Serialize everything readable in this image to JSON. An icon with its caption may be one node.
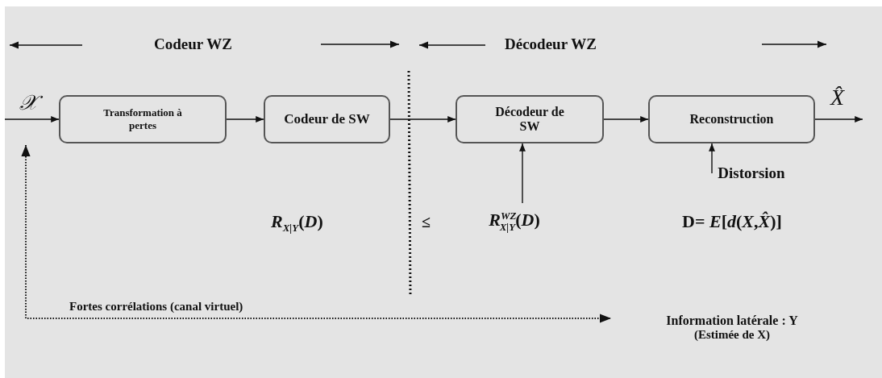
{
  "diagram": {
    "nodes": [
      {
        "text": [
          "Transformation à pertes"
        ]
      },
      {
        "text": [
          "Codeur de SW"
        ]
      },
      {
        "text": [
          "Décodeur de SW"
        ]
      },
      {
        "text": [
          "Reconstruction"
        ]
      },
      {
        "text": [
          "Distorsion"
        ]
      },
      {
        "text": [
          "Information latérale : Y",
          "(Estimée de X)"
        ]
      },
      {
        "text": [
          "*R*$^{WZ}$$_{X|Y}$(*D*)"
        ]
      }
    ],
    "edges": [
      {
        "from": null,
        "to": 0,
        "arrow": "to",
        "label": "𝒳"
      },
      {
        "from": 0,
        "to": 1,
        "arrow": "to"
      },
      {
        "from": 1,
        "to": 2,
        "arrow": "to"
      },
      {
        "from": 2,
        "to": 3,
        "arrow": "to"
      },
      {
        "from": 3,
        "to": null,
        "arrow": "to",
        "label": "X̂"
      },
      {
        "from": 4,
        "to": 3,
        "arrow": "to"
      },
      {
        "from": 6,
        "to": 2,
        "arrow": "to"
      },
      {
        "from": null,
        "to": 5,
        "arrow": "both",
        "style": "dashed",
        "label": "Fortes corrélations (canal  virtuel)"
      }
    ],
    "labels": [
      "Codeur WZ",
      "Décodeur WZ",
      "*R*$_{X|Y}$(*D*)",
      "≤",
      "D= *E*[*d*(*X*,*X̂*)]"
    ]
  }
}
